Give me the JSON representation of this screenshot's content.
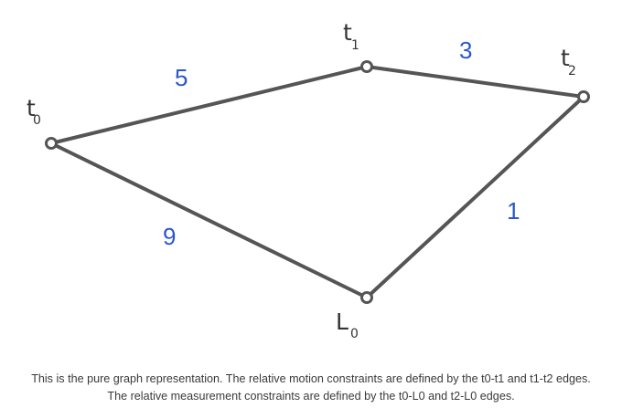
{
  "nodes": [
    {
      "id": "t0",
      "base": "t",
      "sub": "0"
    },
    {
      "id": "t1",
      "base": "t",
      "sub": "1"
    },
    {
      "id": "t2",
      "base": "t",
      "sub": "2"
    },
    {
      "id": "L0",
      "base": "L",
      "sub": "0"
    }
  ],
  "edges": [
    {
      "from": "t0",
      "to": "t1",
      "weight": "5"
    },
    {
      "from": "t1",
      "to": "t2",
      "weight": "3"
    },
    {
      "from": "t2",
      "to": "L0",
      "weight": "1"
    },
    {
      "from": "t0",
      "to": "L0",
      "weight": "9"
    }
  ],
  "colors": {
    "edge": "#555555",
    "weight": "#2b57c8",
    "node_fill": "#ffffff"
  },
  "caption": {
    "line1": "This is the pure graph representation. The relative motion constraints are defined by the t0-t1 and t1-t2 edges.",
    "line2": "The relative measurement constraints are defined by the t0-L0 and t2-L0 edges."
  }
}
